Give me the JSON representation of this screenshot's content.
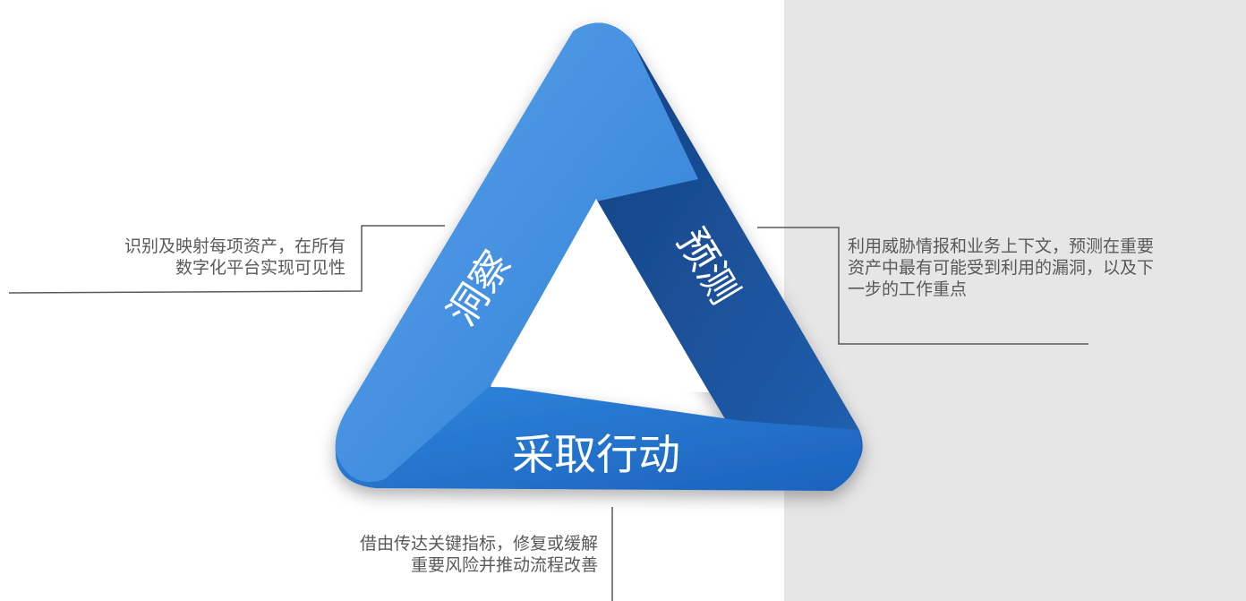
{
  "labels": {
    "observe": "洞察",
    "predict": "预测",
    "act": "采取行动"
  },
  "descriptions": {
    "observe": [
      "识别及映射每项资产，在所有",
      "数字化平台实现可见性"
    ],
    "predict": [
      "利用威胁情报和业务上下文，预测在重要",
      "资产中最有可能受到利用的漏洞，以及下",
      "一步的工作重点"
    ],
    "act": [
      "借由传达关键指标，修复或缓解",
      "重要风险并推动流程改善"
    ]
  },
  "colors": {
    "light_blue": "#4a92e0",
    "mid_blue": "#2f7fd6",
    "dark_blue": "#1b55a5",
    "panel_gray": "#e6e6e6",
    "line_gray": "#595959"
  }
}
